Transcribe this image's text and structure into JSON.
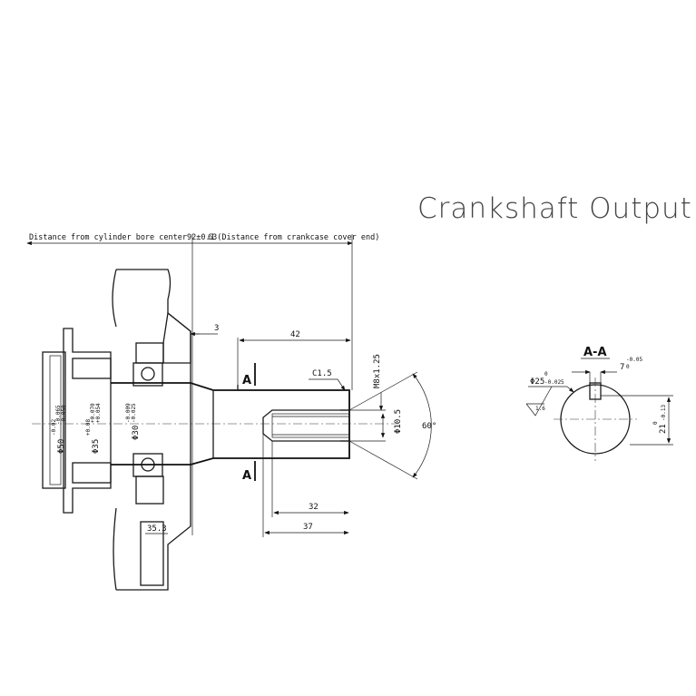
{
  "title": "Crankshaft Output End",
  "notes": {
    "cylinder_distance": "Distance from cylinder bore center92±0.1",
    "cover_distance": "63(Distance from crankcase cover end)"
  },
  "dims": {
    "d3": "3",
    "d42": "42",
    "c15": "C1.5",
    "m8": "M8x1.25",
    "d105": "Φ10.5",
    "a60": "60°",
    "d32": "32",
    "d37": "37",
    "d353": "35.3",
    "phi50": "Φ50",
    "phi50_tol_up": "-0.02",
    "phi50_tol_lo": "-0.065",
    "phi50_tol_lo2": "-0.050",
    "phi35": "Φ35",
    "phi35_tol_up": "+0.08",
    "phi35_tol_mid": "+0.070",
    "phi35_tol_lo": "+0.054",
    "phi30": "Φ30",
    "phi30_tol_up": "-0.009",
    "phi30_tol_lo": "-0.025"
  },
  "section": {
    "label": "A-A",
    "cut_label": "A",
    "key_width": "7",
    "key_tol": "-0.05",
    "key_tol0": "0",
    "dia": "Φ25",
    "dia_tol0": "0",
    "dia_tol": "-0.025",
    "roughness": "1.6",
    "depth": "21",
    "depth_tol0": "0",
    "depth_tol": "-0.13"
  },
  "colors": {
    "ink": "#1a1a1a",
    "title": "#444444"
  }
}
